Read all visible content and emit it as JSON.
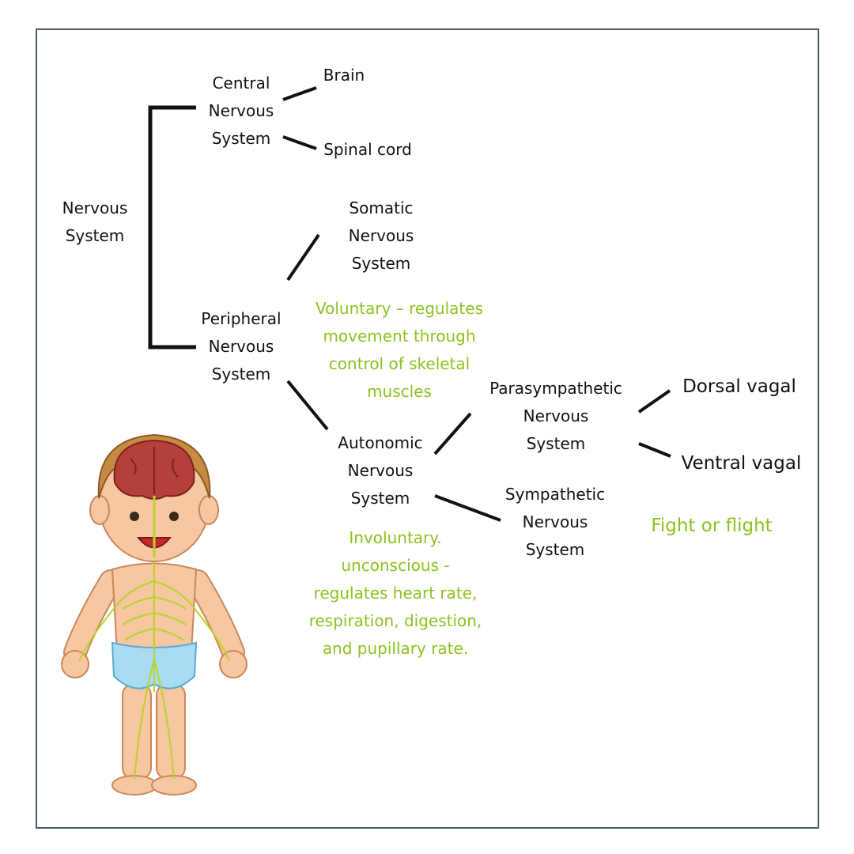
{
  "colors": {
    "text": "#111111",
    "accent": "#8cc21f",
    "frame": "#4a5a66"
  },
  "nodes": {
    "nervous_system": [
      "Nervous",
      "System"
    ],
    "cns": [
      "Central",
      "Nervous",
      "System"
    ],
    "brain": "Brain",
    "spinal_cord": "Spinal cord",
    "somatic": [
      "Somatic",
      "Nervous",
      "System"
    ],
    "pns": [
      "Peripheral",
      "Nervous",
      "System"
    ],
    "voluntary_note": [
      "Voluntary – regulates",
      "movement through",
      "control of skeletal",
      "muscles"
    ],
    "autonomic": [
      "Autonomic",
      "Nervous",
      "System"
    ],
    "parasympathetic": [
      "Parasympathetic",
      "Nervous",
      "System"
    ],
    "dorsal_vagal": "Dorsal vagal",
    "ventral_vagal": "Ventral vagal",
    "sympathetic": [
      "Sympathetic",
      "Nervous",
      "System"
    ],
    "fight_flight": "Fight or flight",
    "involuntary_note": [
      "Involuntary.",
      "unconscious -",
      "regulates heart rate,",
      "respiration, digestion,",
      "and pupillary rate."
    ]
  },
  "illustration": {
    "icon": "child-nervous-system-illustration"
  }
}
